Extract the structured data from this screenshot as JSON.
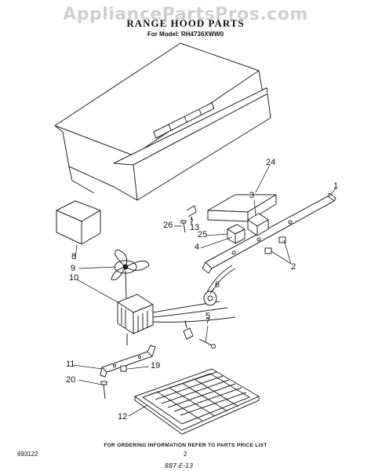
{
  "watermark": "AppliancePartsPros.com",
  "title": "RANGE HOOD PARTS",
  "subtitle": "For Model: RH4736XWW0",
  "callouts": [
    "1",
    "2",
    "3",
    "4",
    "5",
    "6",
    "7",
    "8",
    "9",
    "10",
    "11",
    "12",
    "13",
    "19",
    "20",
    "24",
    "25",
    "26"
  ],
  "footer": {
    "ordering_note": "FOR ORDERING INFORMATION REFER TO PARTS PRICE LIST",
    "doc_code": "693122",
    "page_number": "2",
    "hand_note": "887-E-13"
  }
}
